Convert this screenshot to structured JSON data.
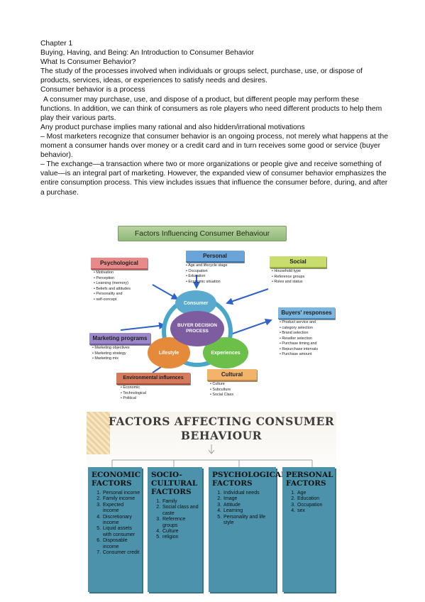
{
  "doc": {
    "lines": [
      "Chapter 1",
      "Buying, Having, and Being: An Introduction to Consumer Behavior",
      "What Is Consumer Behavior?",
      "The study of the processes involved when individuals or groups select, purchase, use, or dispose of products, services, ideas, or experiences to satisfy needs and desires.",
      "Consumer behavior is a process",
      "A consumer may purchase, use, and dispose of a product, but different people may perform these functions. In addition, we can think of consumers as role players who need different products to help them play their various parts.",
      "Any product purchase implies many rational and also hidden/irrational motivations",
      "– Most marketers recognize that consumer behavior is an ongoing process, not merely what happens at the moment a consumer hands over money or a credit card and in turn receives some good or service (buyer behavior).",
      "– The exchange—a transaction where two or more organizations or people give and receive something of value—is an integral part of marketing. However, the expanded view of consumer behavior emphasizes the entire consumption process. This view includes issues that influence the consumer before, during, and after a purchase."
    ]
  },
  "diagram1": {
    "title": "Factors Influencing Consumer Behaviour",
    "psychological": {
      "label": "Psychological",
      "items": [
        "Motivation",
        "Perception",
        "Learning (memory)",
        "Beliefs and attitudes",
        "Personality and",
        "self-concept"
      ]
    },
    "personal": {
      "label": "Personal",
      "items": [
        "Age and lifecycle stage",
        "Occupation",
        "Education",
        "Economic situation"
      ]
    },
    "social": {
      "label": "Social",
      "items": [
        "Household type",
        "Reference groups",
        "Roles and status"
      ]
    },
    "buyers": {
      "label": "Buyers' responses",
      "items": [
        "Product service and",
        "category selection",
        "Brand selection",
        "Reseller selection",
        "Purchase timing and",
        "Repurchase intervals",
        "Purchase amount"
      ]
    },
    "marketing": {
      "label": "Marketing programs",
      "items": [
        "Marketing objectives",
        "Marketing strategy",
        "Marketing mix"
      ]
    },
    "environmental": {
      "label": "Environmental influences",
      "items": [
        "Economic",
        "Technological",
        "Political"
      ]
    },
    "cultural": {
      "label": "Cultural",
      "items": [
        "Culture",
        "Subculture",
        "Social Class"
      ]
    },
    "center": "BUYER DECISION PROCESS",
    "consumer": "Consumer",
    "lifestyle": "Lifestyle",
    "experiences": "Experiences",
    "colors": {
      "psych": "#e8898a",
      "personal": "#6ba4d9",
      "social": "#c9dc6e",
      "buyers": "#7bb7e0",
      "marketing": "#9b87c9",
      "env": "#d67a5e",
      "cultural": "#f2b36b",
      "consumer": "#5aa9cf",
      "lifestyle": "#e58a3a",
      "experiences": "#6cc04a",
      "center": "#7d5da0"
    }
  },
  "diagram2": {
    "title_line1": "FACTORS AFFECTING CONSUMER",
    "title_line2": "BEHAVIOUR",
    "columns": [
      {
        "title": "ECONOMIC FACTORS",
        "items": [
          "Personal income",
          "Family income",
          "Expected income",
          "Discretionary income",
          "Liquid assets with consumer",
          "Disposable income",
          "Consumer credit"
        ]
      },
      {
        "title": "SOCIO-CULTURAL FACTORS",
        "items": [
          "Family",
          "Social class and caste",
          "Reference groups",
          "Culture",
          "religion"
        ]
      },
      {
        "title": "PSYCHOLOGICAL FACTORS",
        "items": [
          "Individual needs",
          "Image",
          "Attitude",
          "Learning",
          "Personality and life style"
        ]
      },
      {
        "title": "PERSONAL FACTORS",
        "items": [
          "Age",
          "Education",
          "Occupation",
          "sex"
        ]
      }
    ],
    "colors": {
      "box": "#4c92ab"
    }
  }
}
